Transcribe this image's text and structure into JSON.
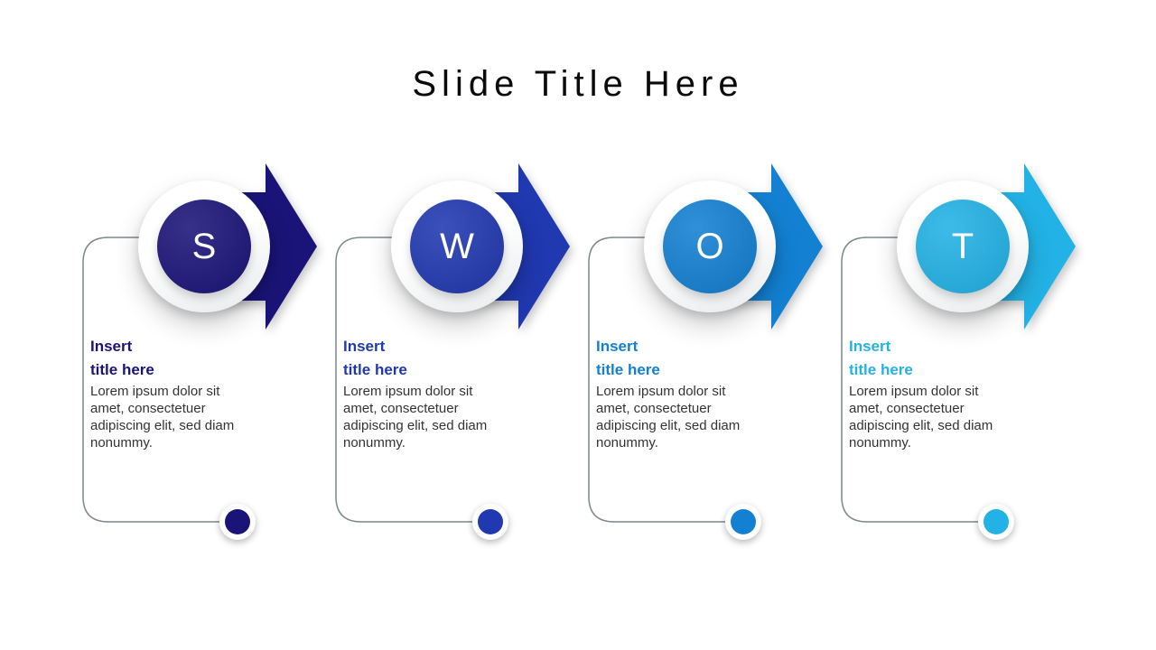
{
  "slide": {
    "title": "Slide Title Here"
  },
  "colors": {
    "outline": "#7c8889"
  },
  "columns": [
    {
      "letter": "S",
      "accent": "#1a1478",
      "card_title": "Insert\ntitle here",
      "body": "Lorem ipsum dolor sit amet, consectetuer adipiscing elit, sed diam nonummy."
    },
    {
      "letter": "W",
      "accent": "#2038b0",
      "card_title": "Insert\ntitle here",
      "body": "Lorem ipsum dolor sit amet, consectetuer adipiscing elit, sed diam nonummy."
    },
    {
      "letter": "O",
      "accent": "#1380d2",
      "card_title": "Insert\ntitle here",
      "body": "Lorem ipsum dolor sit amet, consectetuer adipiscing elit, sed diam nonummy."
    },
    {
      "letter": "T",
      "accent": "#22b2e5",
      "card_title": "Insert\ntitle here",
      "body": "Lorem ipsum dolor sit amet, consectetuer adipiscing elit, sed diam nonummy."
    }
  ]
}
